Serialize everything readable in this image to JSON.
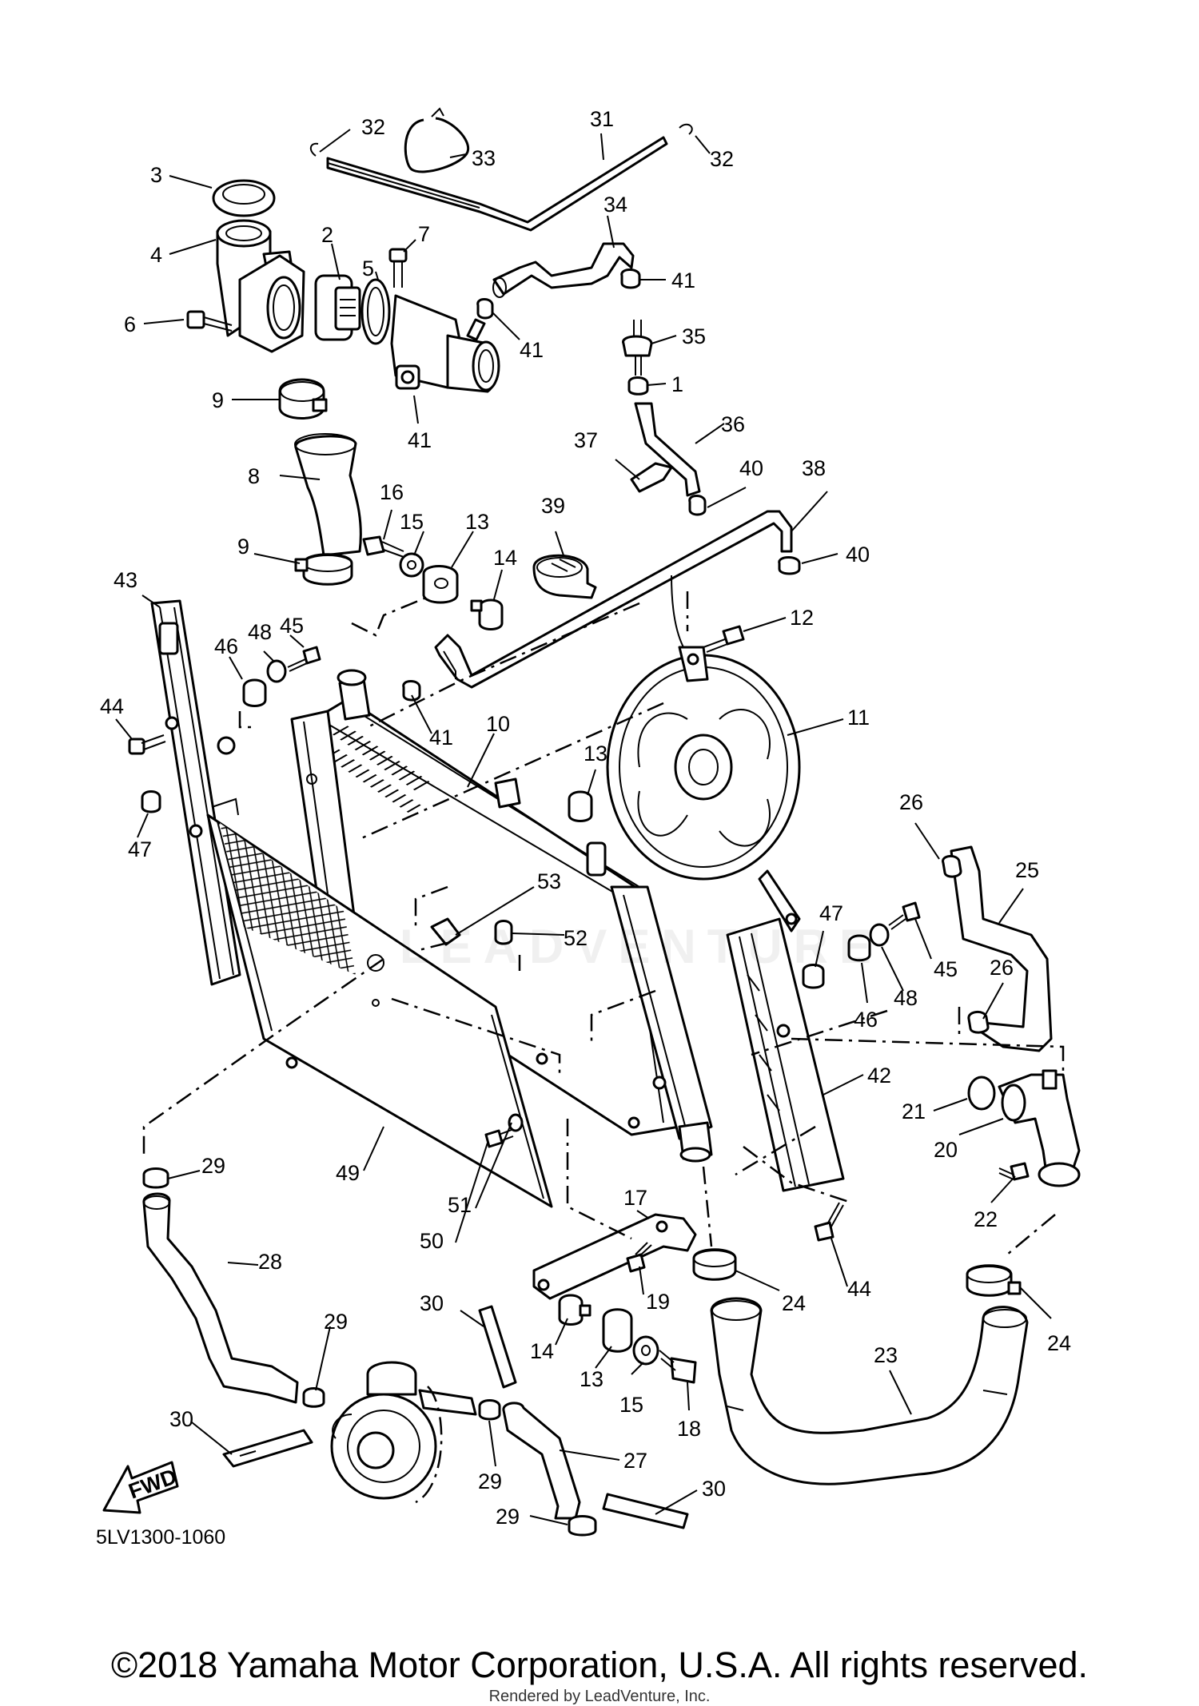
{
  "drawing_code": "5LV1300-1060",
  "fwd_label": "FWD",
  "copyright": "©2018 Yamaha Motor Corporation, U.S.A. All rights reserved.",
  "rendered_by": "Rendered by LeadVenture, Inc.",
  "watermark": "LEADVENTURE",
  "callouts": [
    "32",
    "33",
    "31",
    "32",
    "3",
    "34",
    "7",
    "2",
    "5",
    "4",
    "41",
    "6",
    "41",
    "35",
    "9",
    "1",
    "41",
    "36",
    "37",
    "40",
    "38",
    "8",
    "16",
    "15",
    "13",
    "39",
    "9",
    "14",
    "40",
    "43",
    "12",
    "45",
    "48",
    "46",
    "11",
    "44",
    "41",
    "10",
    "13",
    "47",
    "26",
    "25",
    "53",
    "52",
    "47",
    "45",
    "26",
    "46",
    "48",
    "42",
    "21",
    "20",
    "29",
    "49",
    "22",
    "17",
    "51",
    "50",
    "24",
    "44",
    "28",
    "19",
    "30",
    "24",
    "29",
    "14",
    "23",
    "13",
    "30",
    "15",
    "18",
    "27",
    "29",
    "29",
    "30"
  ]
}
